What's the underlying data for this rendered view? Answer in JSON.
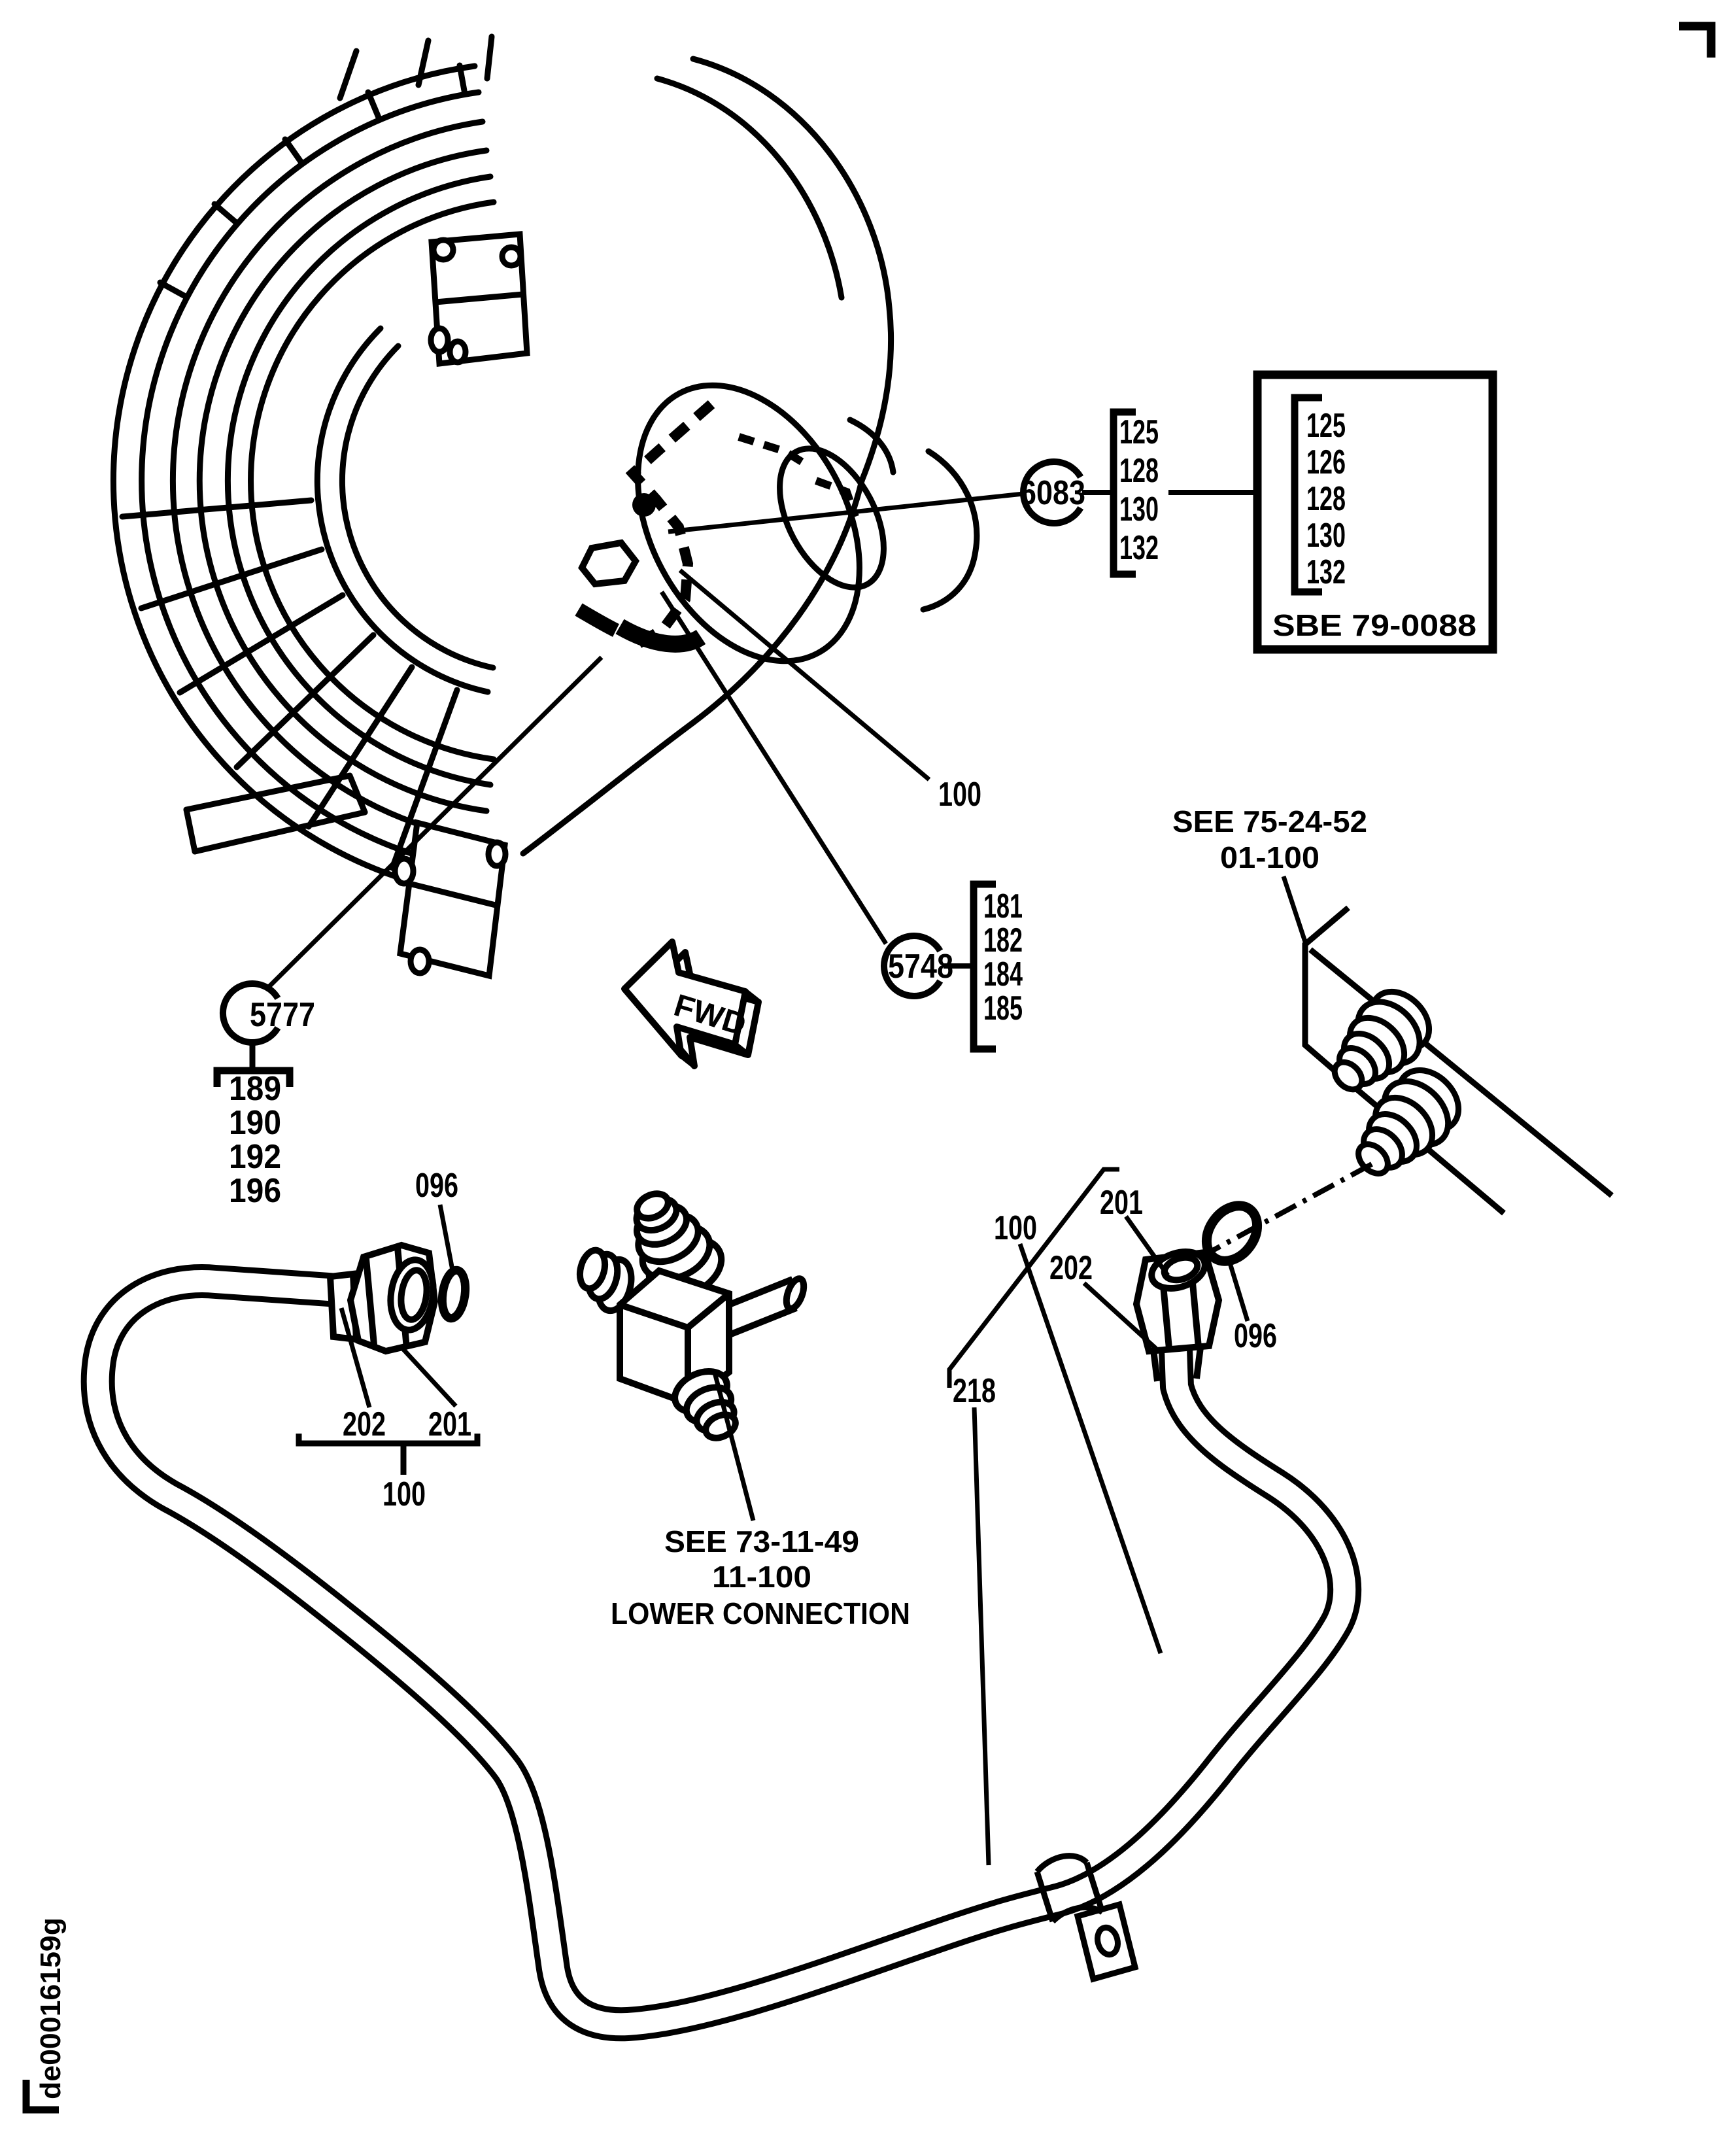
{
  "figure": {
    "footer_code": "de00016159g",
    "fwd_label": "FWD",
    "center_label": "100",
    "callout_6083": {
      "id": "6083",
      "items": [
        "125",
        "128",
        "130",
        "132"
      ]
    },
    "ref_box": {
      "items": [
        "125",
        "126",
        "128",
        "130",
        "132"
      ],
      "code": "SBE 79-0088"
    },
    "callout_5748": {
      "id": "5748",
      "items": [
        "181",
        "182",
        "184",
        "185"
      ]
    },
    "callout_5777": {
      "id": "5777",
      "items": [
        "189",
        "190",
        "192",
        "196"
      ]
    },
    "see_upper": {
      "line1": "SEE 75-24-52",
      "line2": "01-100"
    },
    "see_lower": {
      "line1": "SEE 73-11-49",
      "line2": "11-100",
      "line3": "LOWER CONNECTION"
    },
    "left": {
      "oring": "096",
      "sleeve": "202",
      "nut": "201",
      "tube": "100"
    },
    "right": {
      "tube": "100",
      "nut": "201",
      "sleeve": "202",
      "oring": "096",
      "clamp": "218"
    },
    "colors": {
      "ink": "#000000",
      "paper": "#ffffff"
    }
  }
}
